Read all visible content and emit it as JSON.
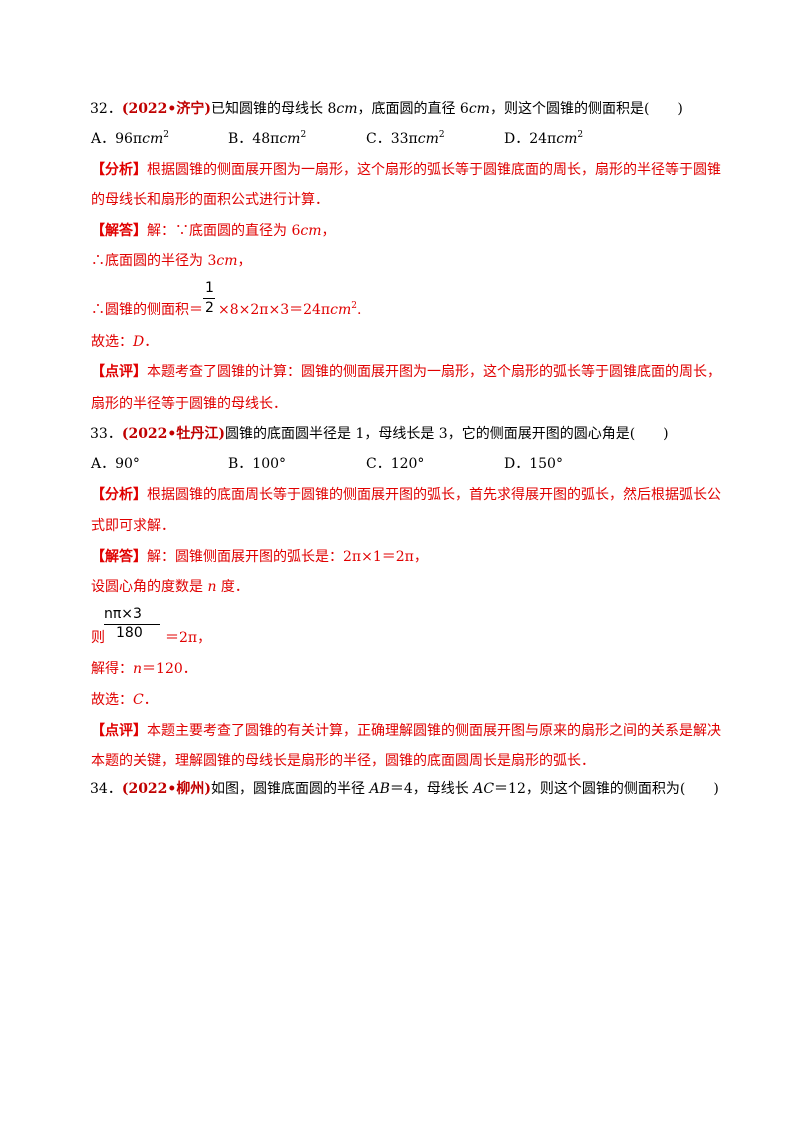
{
  "q32": {
    "num": "32．",
    "source": "(2022•济宁)",
    "stem_a": "已知圆锥的母线长 8",
    "unit_cm": "cm",
    "stem_b": "，底面圆的直径 6",
    "stem_c": "，则这个圆锥的侧面积是(　　)",
    "options": [
      {
        "label": "A．96π",
        "unit": "cm",
        "sup": "2"
      },
      {
        "label": "B．48π",
        "unit": "cm",
        "sup": "2"
      },
      {
        "label": "C．33π",
        "unit": "cm",
        "sup": "2"
      },
      {
        "label": "D．24π",
        "unit": "cm",
        "sup": "2"
      }
    ],
    "analysis_tag": "【分析】",
    "analysis_1": "根据圆锥的侧面展开图为一扇形，这个扇形的弧长等于圆锥底面的周长，扇形的半径等于圆锥",
    "analysis_2": "的母线长和扇形的面积公式进行计算．",
    "answer_tag": "【解答】",
    "answer_1a": "解：∵底面圆的直径为 6",
    "answer_1b": "，",
    "answer_2a": "∴底面圆的半径为 3",
    "answer_2b": "，",
    "answer_3a": "∴圆锥的侧面积＝",
    "frac_num": "1",
    "frac_den": "2",
    "answer_3b": "×8×2π×3＝24π",
    "answer_3c": ".",
    "choose": "故选：",
    "choose_letter": "D",
    "choose_end": "．",
    "comment_tag": "【点评】",
    "comment_1": "本题考查了圆锥的计算：圆锥的侧面展开图为一扇形，这个扇形的弧长等于圆锥底面的周长，",
    "comment_2": "扇形的半径等于圆锥的母线长．"
  },
  "q33": {
    "num": "33．",
    "source": "(2022•牡丹江)",
    "stem": "圆锥的底面圆半径是 1，母线长是 3，它的侧面展开图的圆心角是(　　)",
    "options": [
      "A．90°",
      "B．100°",
      "C．120°",
      "D．150°"
    ],
    "analysis_tag": "【分析】",
    "analysis_1": "根据圆锥的底面周长等于圆锥的侧面展开图的弧长，首先求得展开图的弧长，然后根据弧长公",
    "analysis_2": "式即可求解．",
    "answer_tag": "【解答】",
    "answer_1": "解：圆锥侧面展开图的弧长是：2π×1＝2π，",
    "answer_2a": "设圆心角的度数是 ",
    "answer_2n": "n",
    "answer_2b": " 度．",
    "frac_num": "nπ×3",
    "frac_den": "180",
    "then": "则",
    "eq_rest": "＝2π，",
    "solve_a": "解得：",
    "solve_n": "n",
    "solve_b": "＝120．",
    "choose": "故选：",
    "choose_letter": "C",
    "choose_end": "．",
    "comment_tag": "【点评】",
    "comment_1": "本题主要考查了圆锥的有关计算，正确理解圆锥的侧面展开图与原来的扇形之间的关系是解决",
    "comment_2": "本题的关键，理解圆锥的母线长是扇形的半径，圆锥的底面圆周长是扇形的弧长．"
  },
  "q34": {
    "num": "34．",
    "source": "(2022•柳州)",
    "stem_a": "如图，圆锥底面圆的半径 ",
    "ab": "AB",
    "stem_b": "＝4，母线长 ",
    "ac": "AC",
    "stem_c": "＝12，则这个圆锥的侧面积为(　　)"
  }
}
